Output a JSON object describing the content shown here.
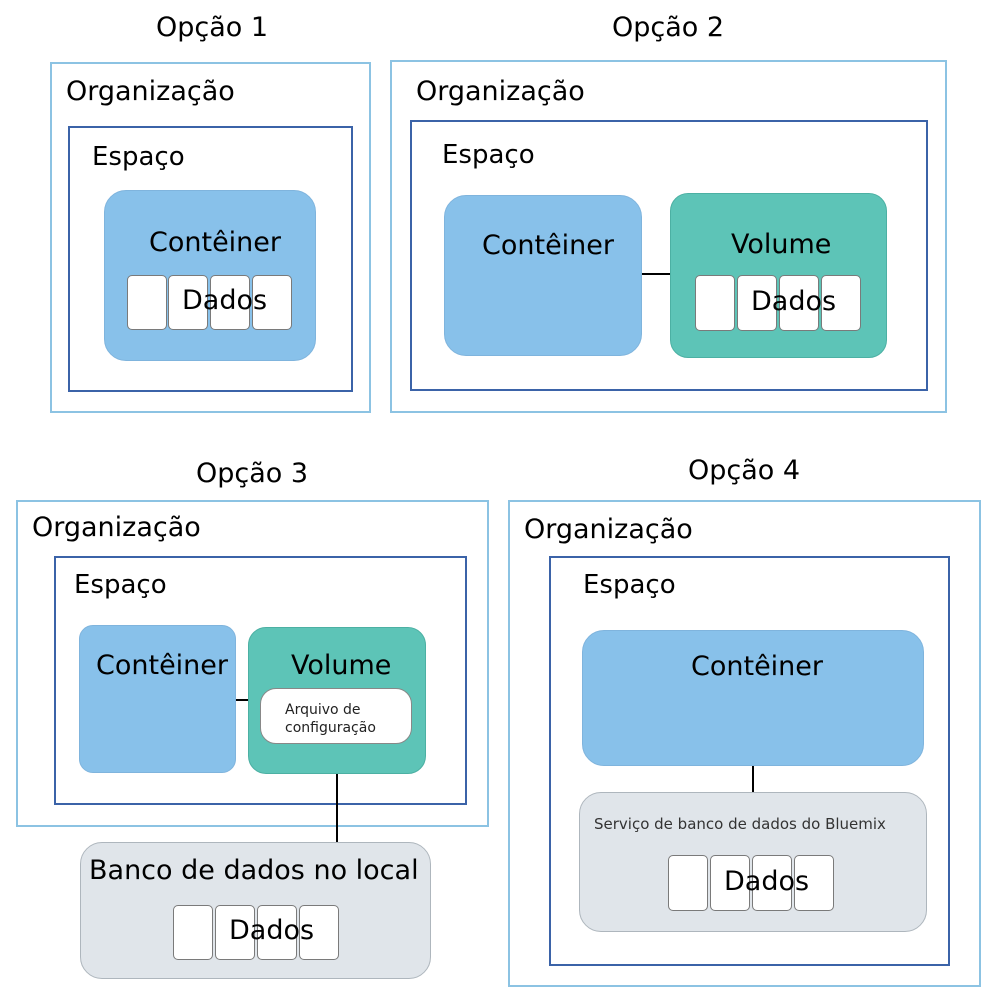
{
  "options": [
    {
      "title": "Opção 1",
      "org": "Organização",
      "space": "Espaço",
      "container": "Contêiner",
      "data": "Dados"
    },
    {
      "title": "Opção 2",
      "org": "Organização",
      "space": "Espaço",
      "container": "Contêiner",
      "volume": "Volume",
      "data": "Dados"
    },
    {
      "title": "Opção 3",
      "org": "Organização",
      "space": "Espaço",
      "container": "Contêiner",
      "volume": "Volume",
      "config_file": "Arquivo de configuração",
      "local_db": "Banco de dados no local",
      "data": "Dados"
    },
    {
      "title": "Opção 4",
      "org": "Organização",
      "space": "Espaço",
      "container": "Contêiner",
      "db_service": "Serviço de banco de dados do Bluemix",
      "data": "Dados"
    }
  ]
}
